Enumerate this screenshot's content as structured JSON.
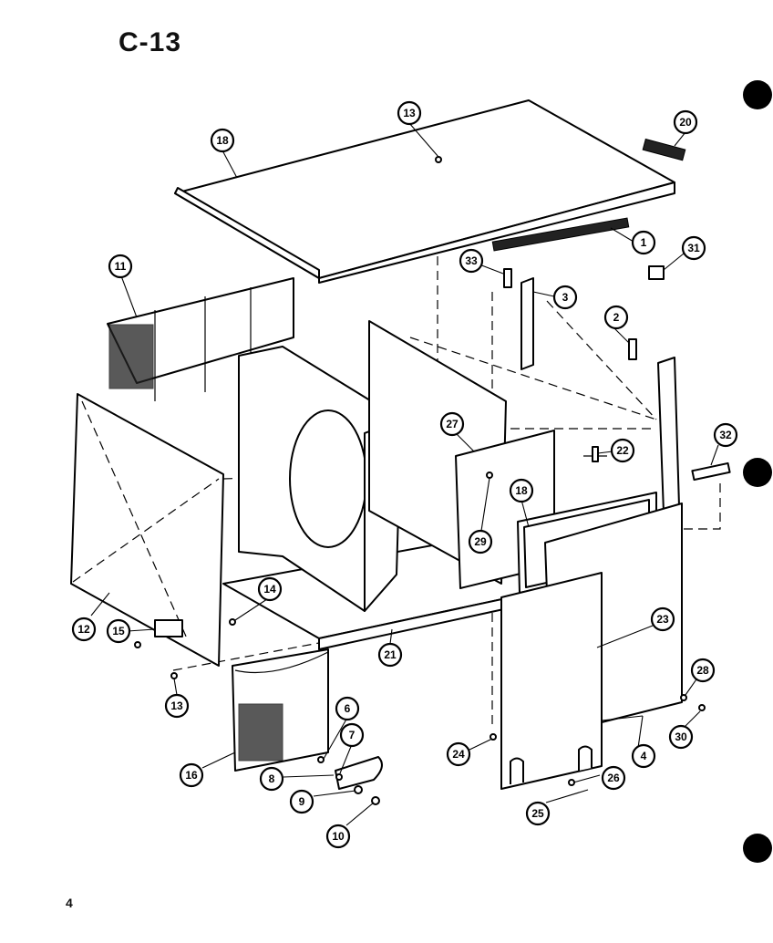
{
  "title": "C-13",
  "page_number": "4",
  "callouts": [
    "1",
    "2",
    "3",
    "4",
    "6",
    "7",
    "8",
    "9",
    "10",
    "11",
    "12",
    "13",
    "13",
    "14",
    "15",
    "16",
    "18",
    "18",
    "20",
    "21",
    "22",
    "23",
    "24",
    "25",
    "26",
    "27",
    "28",
    "29",
    "30",
    "31",
    "32",
    "33"
  ]
}
